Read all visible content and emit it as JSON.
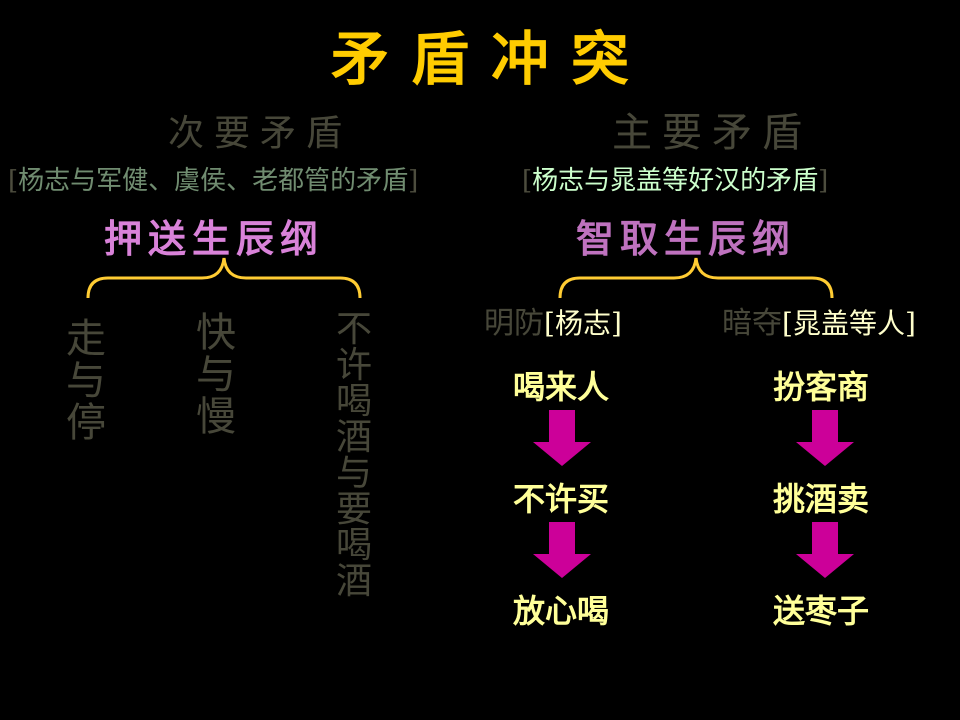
{
  "title": "矛盾冲突",
  "left": {
    "heading": "次要矛盾",
    "desc_open": "[",
    "desc_text": "杨志与军健、虞侯、老都管的矛盾",
    "desc_close": "]",
    "plan": "押送生辰纲",
    "items": [
      "走与停",
      "快与慢",
      "不许喝酒与要喝酒"
    ]
  },
  "right": {
    "heading": "主要矛盾",
    "desc_open": "[",
    "desc_text": "杨志与晁盖等好汉的矛盾",
    "desc_close": "]",
    "plan": "智取生辰纲",
    "branch_left": {
      "label": "明防",
      "who": "杨志",
      "steps": [
        "喝来人",
        "不许买",
        "放心喝"
      ]
    },
    "branch_right": {
      "label": "暗夺",
      "who": "晁盖等人",
      "steps": [
        "扮客商",
        "挑酒卖",
        "送枣子"
      ]
    }
  },
  "colors": {
    "background": "#000000",
    "title": "#FFCC00",
    "plan": "#FF99FF",
    "step": "#FFFF99",
    "arrow": "#CC0099",
    "brace": "#FFCC33"
  }
}
